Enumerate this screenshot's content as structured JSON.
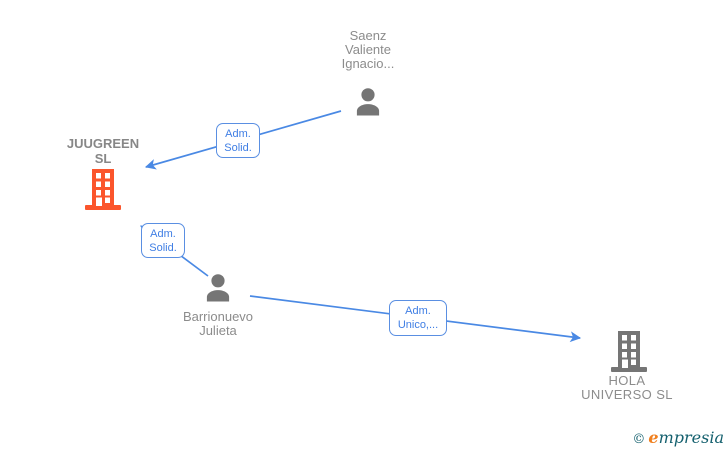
{
  "graph": {
    "nodes": {
      "saenz": {
        "type": "person",
        "label_lines": [
          "Saenz",
          "Valiente",
          "Ignacio..."
        ]
      },
      "juugreen": {
        "type": "company",
        "label_lines": [
          "JUUGREEN",
          "SL"
        ],
        "highlighted": true
      },
      "barrionuevo": {
        "type": "person",
        "label_lines": [
          "Barrionuevo",
          "Julieta"
        ]
      },
      "hola": {
        "type": "company",
        "label_lines": [
          "HOLA",
          "UNIVERSO SL"
        ],
        "highlighted": false
      }
    },
    "edges": [
      {
        "from": "saenz",
        "to": "juugreen",
        "label_lines": [
          "Adm.",
          "Solid."
        ]
      },
      {
        "from": "barrionuevo",
        "to": "juugreen",
        "label_lines": [
          "Adm.",
          "Solid."
        ]
      },
      {
        "from": "barrionuevo",
        "to": "hola",
        "label_lines": [
          "Adm.",
          "Unico,..."
        ]
      }
    ]
  },
  "footer": {
    "copyright_symbol": "©",
    "brand_initial": "e",
    "brand_rest": "mpresia"
  },
  "colors": {
    "edge_blue": "#4a89e4",
    "edge_label_blue": "#3f7ee4",
    "node_gray": "#757575",
    "text_gray": "#8c8c8c",
    "highlight_orange": "#fb552c",
    "brand_teal": "#14606e",
    "brand_orange": "#f07f1e"
  }
}
